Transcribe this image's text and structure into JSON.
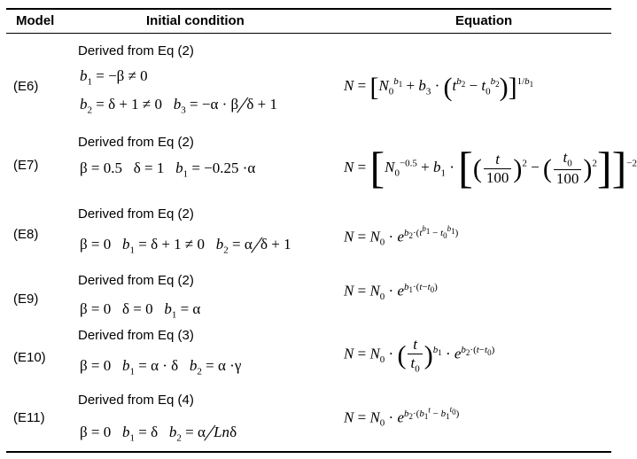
{
  "header": {
    "model": "Model",
    "initial_condition": "Initial condition",
    "equation": "Equation"
  },
  "rows": [
    {
      "model": "(E6)",
      "derived": "Derived from Eq (2)",
      "cond_line1": {
        "b1": "= −β ≠ 0"
      },
      "cond_line2": {
        "b2": "= δ + 1 ≠ 0",
        "b3_lhs": "=",
        "b3_num": "−α · β",
        "b3_den": "δ + 1"
      },
      "equation": {
        "text": "N = [N₀^b₁ + b₃ · (t^b₂ − t₀^b₂)]^(1/b₁)"
      }
    },
    {
      "model": "(E7)",
      "derived": "Derived from Eq (2)",
      "cond_line1": {
        "text": "β = 0.5   δ = 1   b₁ = −0.25·α"
      },
      "equation": {
        "text": "N = [N₀^−0.5 + b₁ · [(t/100)² − (t₀/100)²]]^−2"
      }
    },
    {
      "model": "(E8)",
      "derived": "Derived from Eq (2)",
      "cond_line1": {
        "text": "β = 0   b₁ = δ + 1 ≠ 0   b₂ = α / δ + 1"
      },
      "equation": {
        "text": "N = N₀ · e^(b₂·(t^b₁ − t₀^b₁))"
      }
    },
    {
      "model": "(E9)",
      "derived": "Derived from Eq (2)",
      "cond_line1": {
        "text": "β = 0   δ = 0   b₁ = α"
      },
      "equation": {
        "text": "N = N₀ · e^(b₁·(t − t₀))"
      }
    },
    {
      "model": "(E10)",
      "derived": "Derived from Eq (3)",
      "cond_line1": {
        "text": "β = 0   b₁ = α · δ   b₂ = α · γ"
      },
      "equation": {
        "text": "N = N₀ · (t/t₀)^b₁ · e^(b₂·(t − t₀))"
      }
    },
    {
      "model": "(E11)",
      "derived": "Derived from Eq (4)",
      "cond_line1": {
        "text": "β = 0   b₁ = δ   b₂ = α / Lnδ"
      },
      "equation": {
        "text": "N = N₀ · e^(b₂·(b₁^t − b₁^t₀))"
      }
    }
  ]
}
